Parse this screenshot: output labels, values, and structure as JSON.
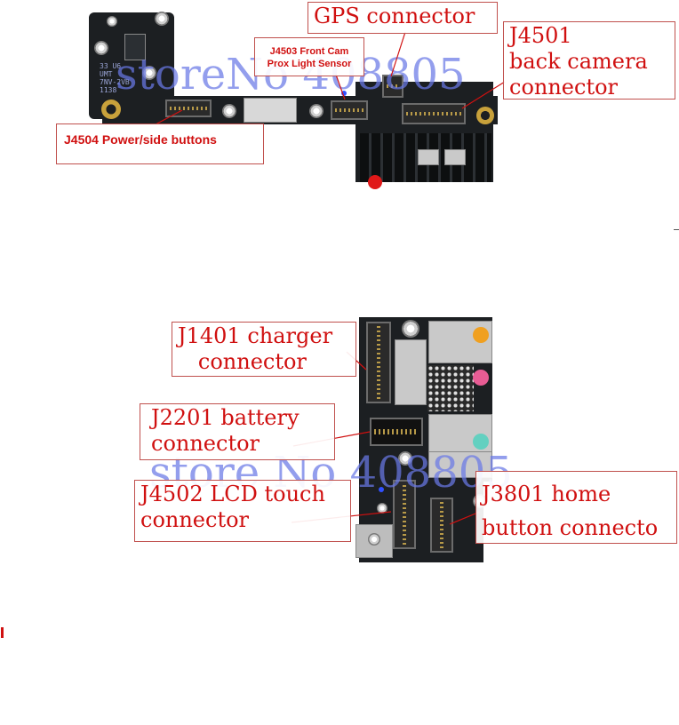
{
  "labels": {
    "gps": "GPS connector",
    "j4501": "J4501\nback camera\nconnector",
    "j4503": "J4503 Front Cam\nProx Light Sensor",
    "j4504": "J4504 Power/side buttons",
    "j1401": "J1401 charger\n   connector",
    "j2201": "J2201 battery\nconnector",
    "j4502": "J4502 LCD touch\nconnector",
    "j3801": "J3801 home\nbutton connecto"
  },
  "board_print": {
    "line1": "33 U6",
    "line2": "UMT",
    "line3": "7NV-2VB",
    "line4": "1138"
  },
  "watermarks": {
    "top": "storeNo 408805",
    "bottom": "store No 408805"
  },
  "colors": {
    "label_text": "#d01010",
    "label_border": "#c0504d",
    "watermark": "#6978e6",
    "board": "#1c1f22"
  }
}
